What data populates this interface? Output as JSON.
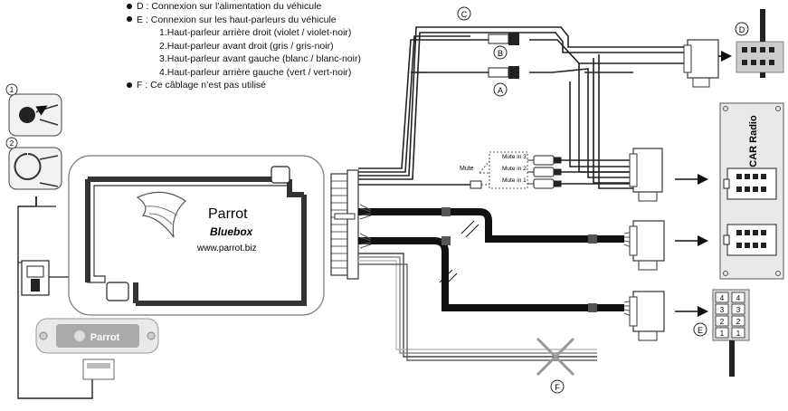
{
  "legend": {
    "d": "D : Connexion sur l’alimentation du véhicule",
    "e": "E : Connexion sur les haut-parleurs du véhicule",
    "speakers": [
      "1.Haut-parleur arrière droit (violet / violet-noir)",
      "2.Haut-parleur avant droit (gris / gris-noir)",
      "3.Haut-parleur avant gauche (blanc / blanc-noir)",
      "4.Haut-parleur arrière gauche (vert / vert-noir)"
    ],
    "f": "F : Ce câblage n’est pas utilisé"
  },
  "box": {
    "brand": "Parrot",
    "product": "Bluebox",
    "url": "www.parrot.biz"
  },
  "display": {
    "label": "Parrot"
  },
  "mute": {
    "label": "Mute",
    "lines": [
      "Mute in 3",
      "Mute in 2",
      "Mute in 1"
    ]
  },
  "radio": {
    "label": "CAR Radio"
  },
  "callouts": [
    "A",
    "B",
    "C",
    "D",
    "E",
    "F",
    "1",
    "2"
  ],
  "pins": [
    "4",
    "3",
    "2",
    "1"
  ]
}
